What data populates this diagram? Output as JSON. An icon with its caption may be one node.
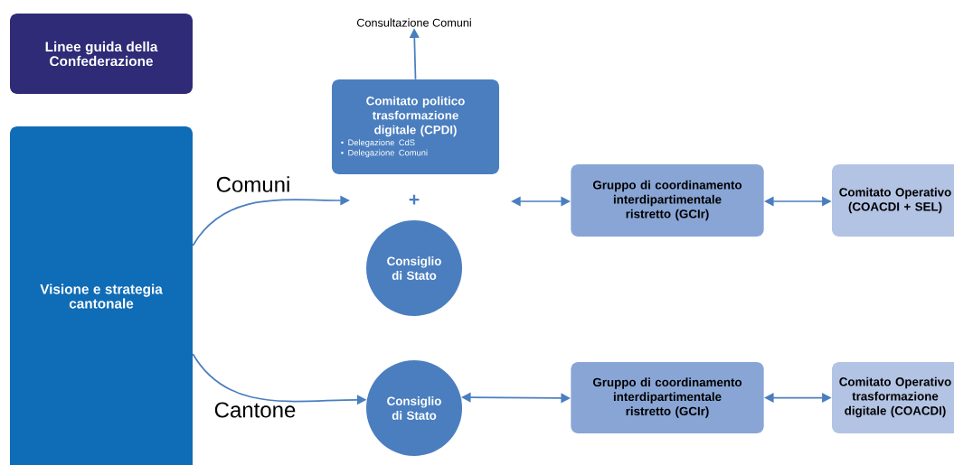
{
  "diagram": {
    "nodes": [
      {
        "text": [
          "Linee guida della Confederazione"
        ]
      },
      {
        "text": [
          "Visione e strategia cantonale"
        ]
      },
      {
        "text": [
          "Consultazione Comuni"
        ]
      },
      {
        "text": [
          "Comitato politico trasformazione digitale (CPDI)",
          "• Delegazione CdS",
          "• Delegazione Comuni"
        ]
      },
      {
        "text": [
          "Consiglio di Stato"
        ]
      },
      {
        "text": [
          "Gruppo di coordinamento interdipartimentale ristretto (GCIr)"
        ]
      },
      {
        "text": [
          "Comitato Operativo (COACDI + SEL)"
        ]
      },
      {
        "text": [
          "Consiglio di Stato"
        ]
      },
      {
        "text": [
          "Gruppo di coordinamento interdipartimentale ristretto (GCIr)"
        ]
      },
      {
        "text": [
          "Comitato Operativo trasformazione digitale (COACDI)"
        ]
      }
    ],
    "edges": [
      {
        "from": 3,
        "to": 2,
        "arrow": "to"
      },
      {
        "from": 1,
        "to": null,
        "arrow": "to",
        "label": "Comuni"
      },
      {
        "from": null,
        "to": 5,
        "arrow": "both"
      },
      {
        "from": 5,
        "to": 6,
        "arrow": "both"
      },
      {
        "from": 1,
        "to": 7,
        "arrow": "to",
        "label": "Cantone"
      },
      {
        "from": 7,
        "to": 8,
        "arrow": "both"
      },
      {
        "from": 8,
        "to": 9,
        "arrow": "both"
      }
    ],
    "labels": [
      "+"
    ]
  }
}
